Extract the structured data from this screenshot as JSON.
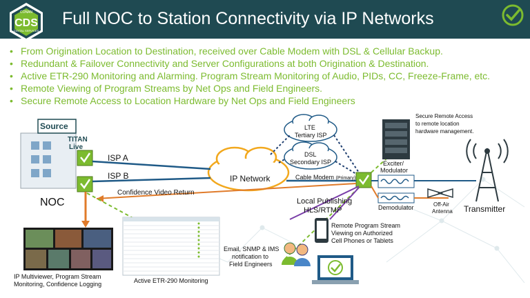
{
  "header": {
    "title": "Full NOC to Station Connectivity via IP Networks",
    "logo_text_top": "CONAN",
    "logo_text_main": "CDS",
    "logo_text_bottom": "DIGITAL SERVICES",
    "colors": {
      "bar": "#1f4a52",
      "accent": "#7cbb2f"
    }
  },
  "bullets": [
    "From Origination Location to Destination, received over Cable Modem with DSL & Cellular Backup.",
    "Redundant & Failover Connectivity and Server Configurations at both Origination & Destination.",
    "Active ETR-290 Monitoring and Alarming. Program Stream Monitoring of Audio, PIDs, CC, Freeze-Frame, etc.",
    "Remote Viewing of Program Streams by Net Ops and Field Engineers.",
    "Secure Remote Access to Location Hardware by Net Ops and Field Engineers"
  ],
  "diagram": {
    "source_label": "Source",
    "titan_label": "TITAN",
    "live_label": "Live",
    "noc_label": "NOC",
    "isp_a": "ISP A",
    "isp_b": "ISP B",
    "confidence_return": "Confidence Video Return",
    "ip_network": "IP Network",
    "lte_line1": "LTE",
    "lte_line2": "Tertiary ISP",
    "dsl_line1": "DSL",
    "dsl_line2": "Secondary ISP",
    "cable_modem": "Cable Modem",
    "primary": "(Primary)",
    "local_publishing_line1": "Local Publishing",
    "local_publishing_line2": "HLS/RTMP",
    "secure_access_line1": "Secure Remote Access",
    "secure_access_line2": "to remote location",
    "secure_access_line3": "hardware management.",
    "exciter_line1": "Exciter/",
    "exciter_line2": "Modulator",
    "demodulator": "Demodulator",
    "off_air_line1": "Off-Air",
    "off_air_line2": "Antenna",
    "transmitter": "Transmitter",
    "remote_stream_line1": "Remote Program Stream",
    "remote_stream_line2": "Viewing on Authorized",
    "remote_stream_line3": "Cell Phones or Tablets",
    "email_line1": "Email, SNMP & IMS",
    "email_line2": "notification to",
    "email_line3": "Field Engineers",
    "multiviewer_line1": "IP Multiviewer, Program Stream",
    "multiviewer_line2": "Monitoring, Confidence Logging",
    "etr_label": "Active ETR-290 Monitoring"
  }
}
